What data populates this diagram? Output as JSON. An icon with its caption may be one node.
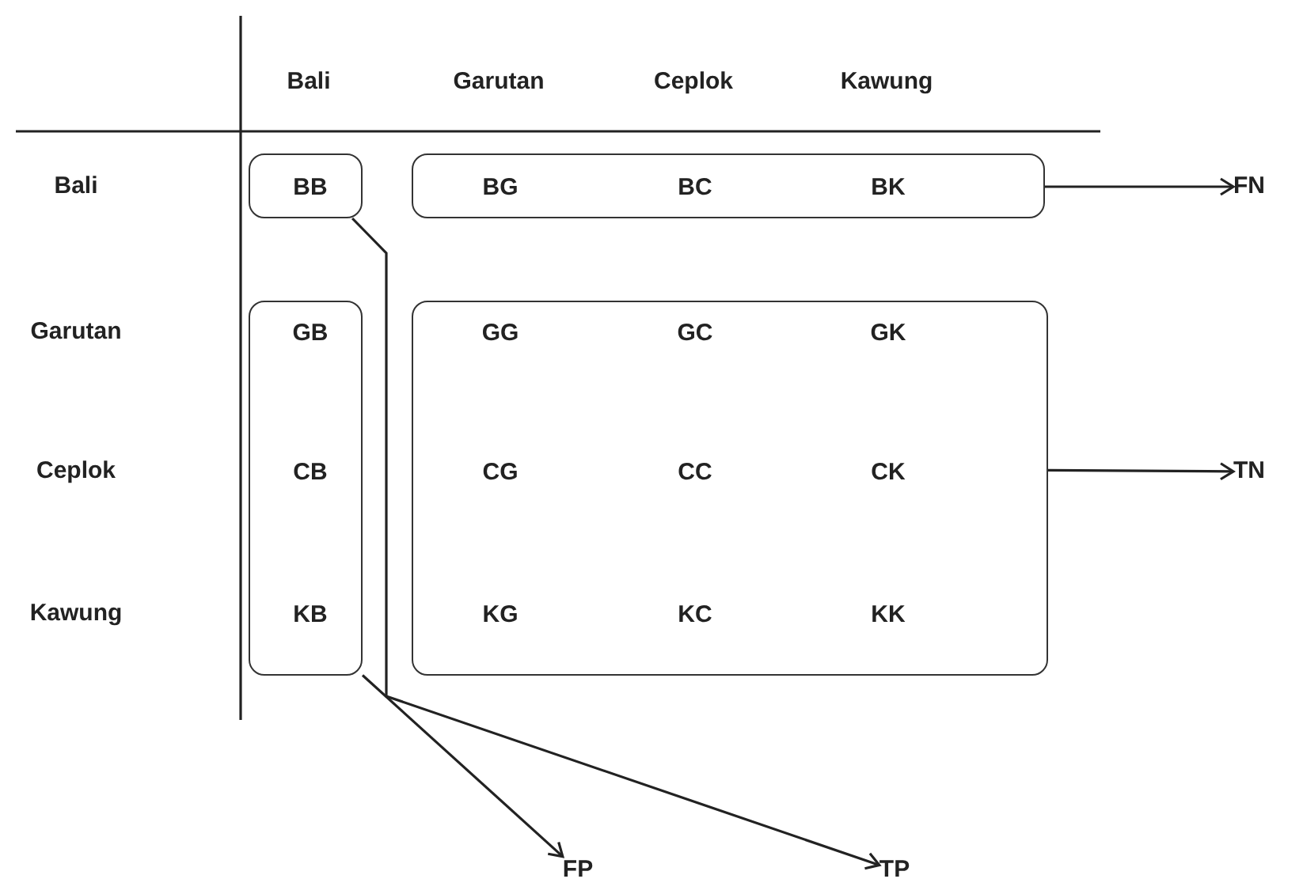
{
  "diagram": {
    "nodes": [
      {
        "text": [
          "BB"
        ]
      },
      {
        "text": [
          "BG",
          "BC",
          "BK"
        ]
      },
      {
        "text": [
          "GB",
          "CB",
          "KB"
        ]
      },
      {
        "text": [
          "GG",
          "GC",
          "GK",
          "CG",
          "CC",
          "CK",
          "KG",
          "KC",
          "KK"
        ]
      },
      {
        "text": [
          "FN"
        ]
      },
      {
        "text": [
          "TN"
        ]
      },
      {
        "text": [
          "FP"
        ]
      },
      {
        "text": [
          "TP"
        ]
      }
    ],
    "edges": [
      {
        "from": 1,
        "to": 4,
        "arrow": "to"
      },
      {
        "from": 3,
        "to": 5,
        "arrow": "to"
      },
      {
        "from": 2,
        "to": 6,
        "arrow": "to"
      },
      {
        "from": 0,
        "to": 7,
        "arrow": "to"
      }
    ],
    "labels": [
      "Bali",
      "Garutan",
      "Ceplok",
      "Kawung",
      "Bali",
      "Garutan",
      "Ceplok",
      "Kawung"
    ]
  }
}
